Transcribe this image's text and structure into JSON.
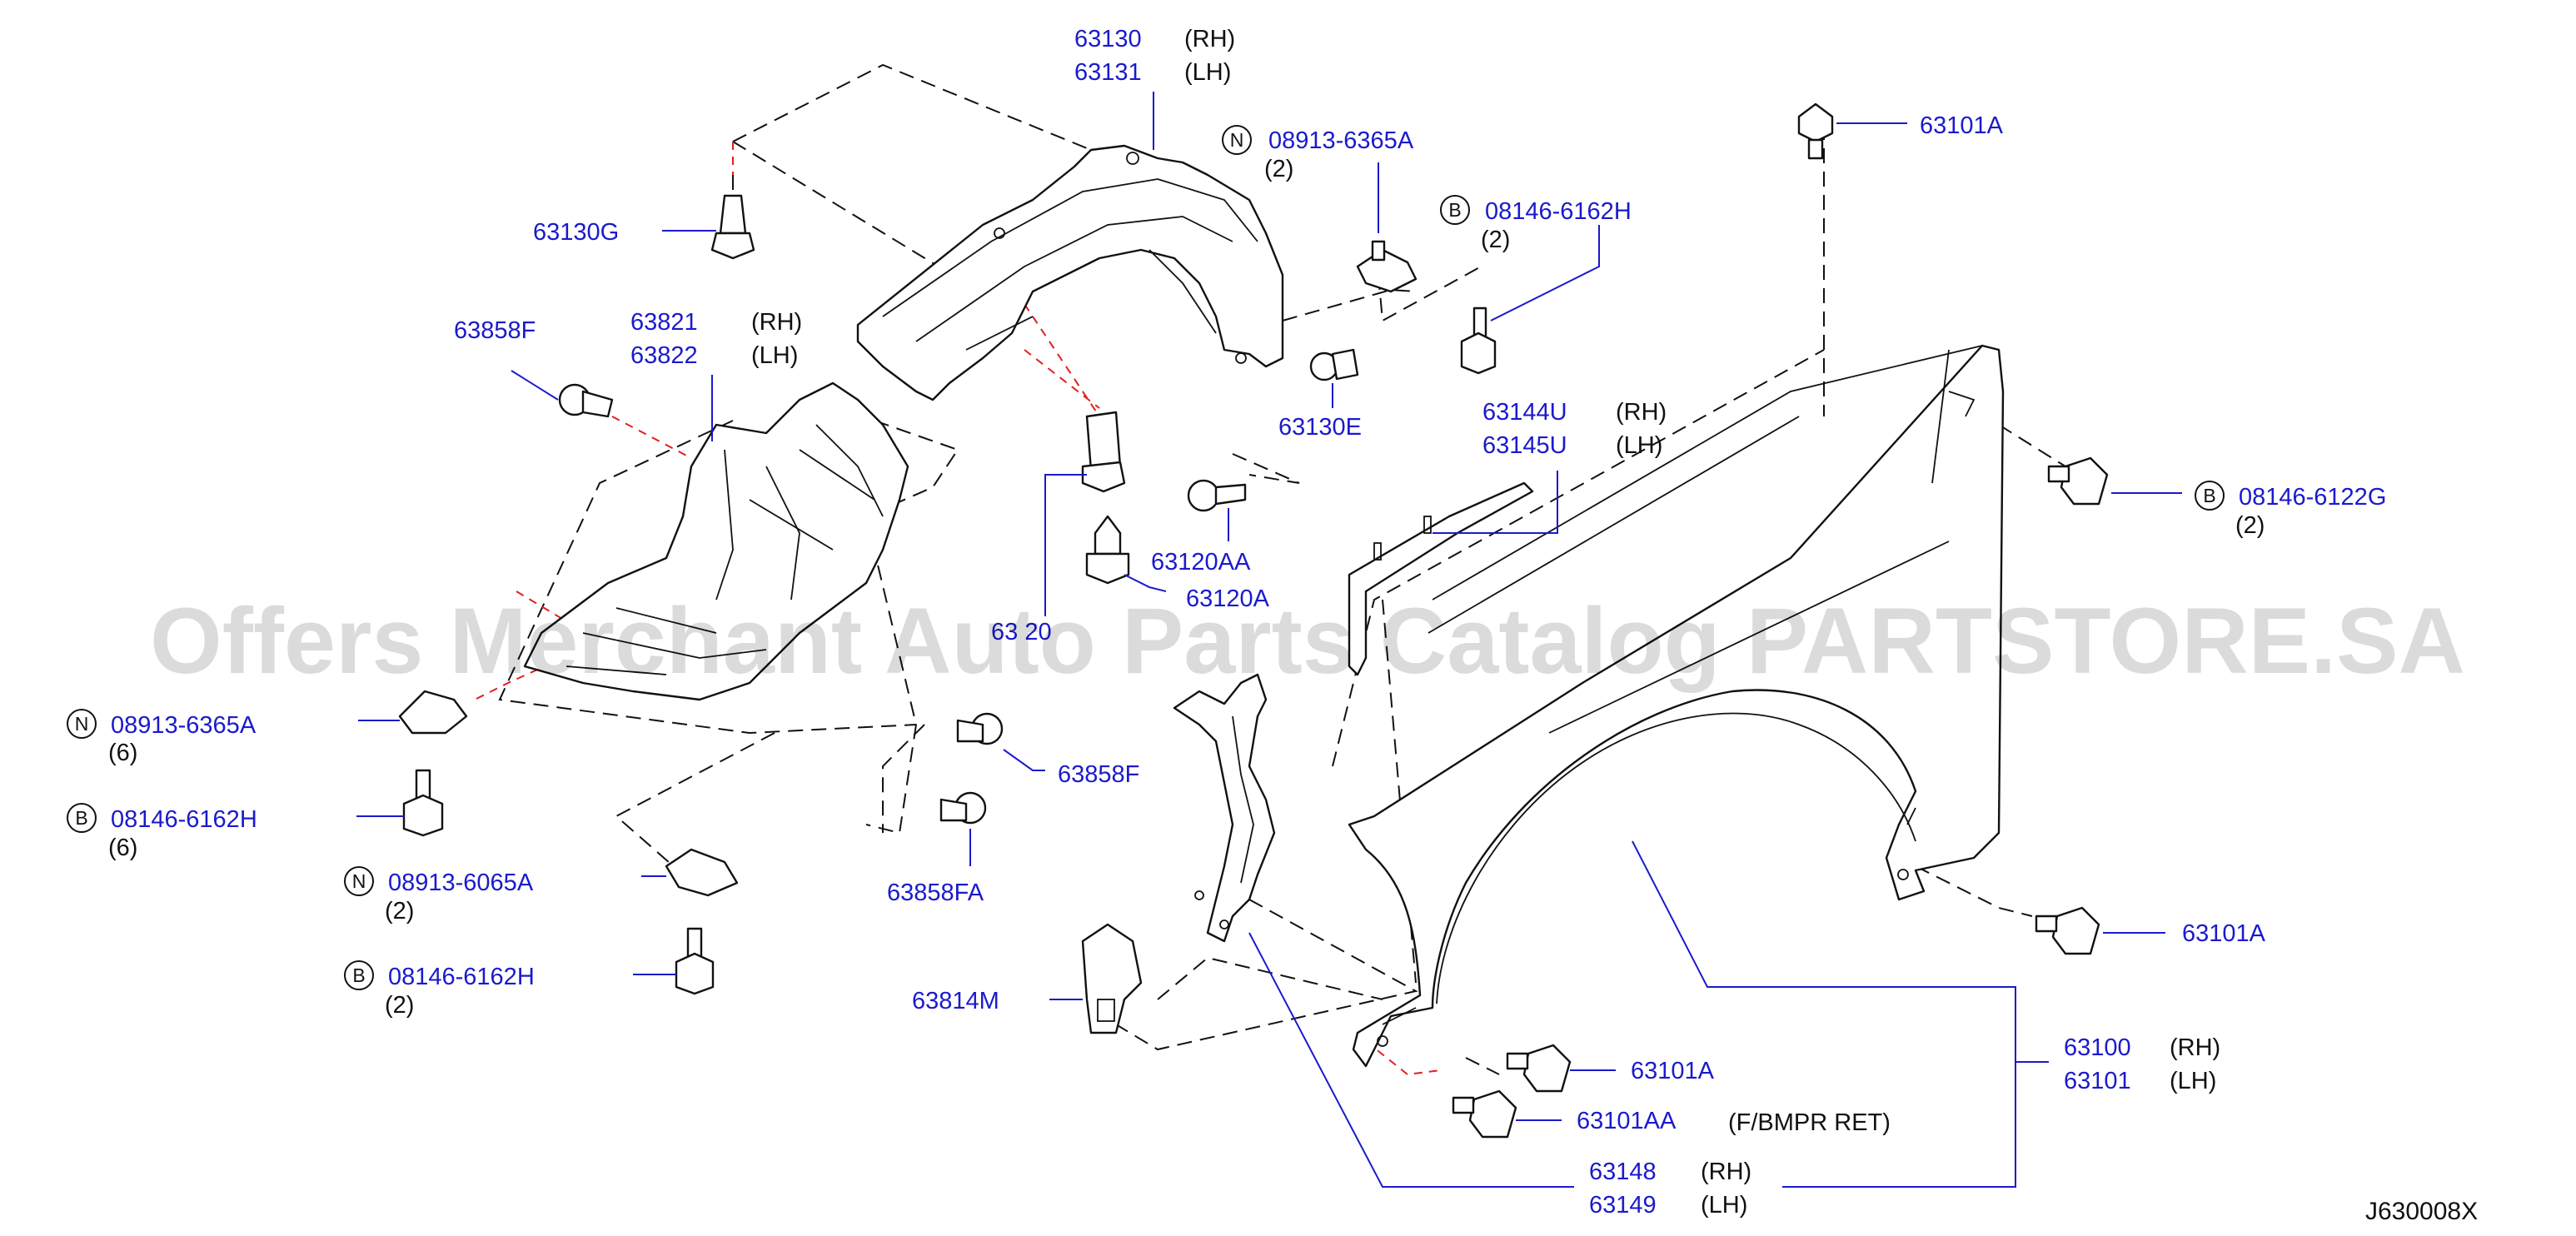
{
  "watermark": "Offers Merchant Auto Parts Catalog PARTSTORE.SA",
  "reference_code": "J630008X",
  "callouts": {
    "p63130": "63130",
    "p63130_side": "(RH)",
    "p63131": "63131",
    "p63131_side": "(LH)",
    "p63130G": "63130G",
    "p63858F_top": "63858F",
    "p63821": "63821",
    "p63821_side": "(RH)",
    "p63822": "63822",
    "p63822_side": "(LH)",
    "n_top": "08913-6365A",
    "n_top_badge": "N",
    "n_top_qty": "(2)",
    "b_top": "08146-6162H",
    "b_top_badge": "B",
    "b_top_qty": "(2)",
    "p63101A_top": "63101A",
    "p63130E": "63130E",
    "p63144U": "63144U",
    "p63144U_side": "(RH)",
    "p63145U": "63145U",
    "p63145U_side": "(LH)",
    "b_right": "08146-6122G",
    "b_right_badge": "B",
    "b_right_qty": "(2)",
    "p63120AA": "63120AA",
    "p63120A": "63120A",
    "p_hidden": "63 20",
    "n_left": "08913-6365A",
    "n_left_badge": "N",
    "n_left_qty": "(6)",
    "b_left": "08146-6162H",
    "b_left_badge": "B",
    "b_left_qty": "(6)",
    "p63858F_mid": "63858F",
    "p63858FA": "63858FA",
    "n_mid": "08913-6065A",
    "n_mid_badge": "N",
    "n_mid_qty": "(2)",
    "b_mid": "08146-6162H",
    "b_mid_badge": "B",
    "b_mid_qty": "(2)",
    "p63814M": "63814M",
    "p63101A_right": "63101A",
    "p63101A_bottom": "63101A",
    "p63101AA": "63101AA",
    "p63101AA_note": "(F/BMPR   RET)",
    "p63100": "63100",
    "p63100_side": "(RH)",
    "p63101": "63101",
    "p63101_side": "(LH)",
    "p63148": "63148",
    "p63148_side": "(RH)",
    "p63149": "63149",
    "p63149_side": "(LH)"
  }
}
